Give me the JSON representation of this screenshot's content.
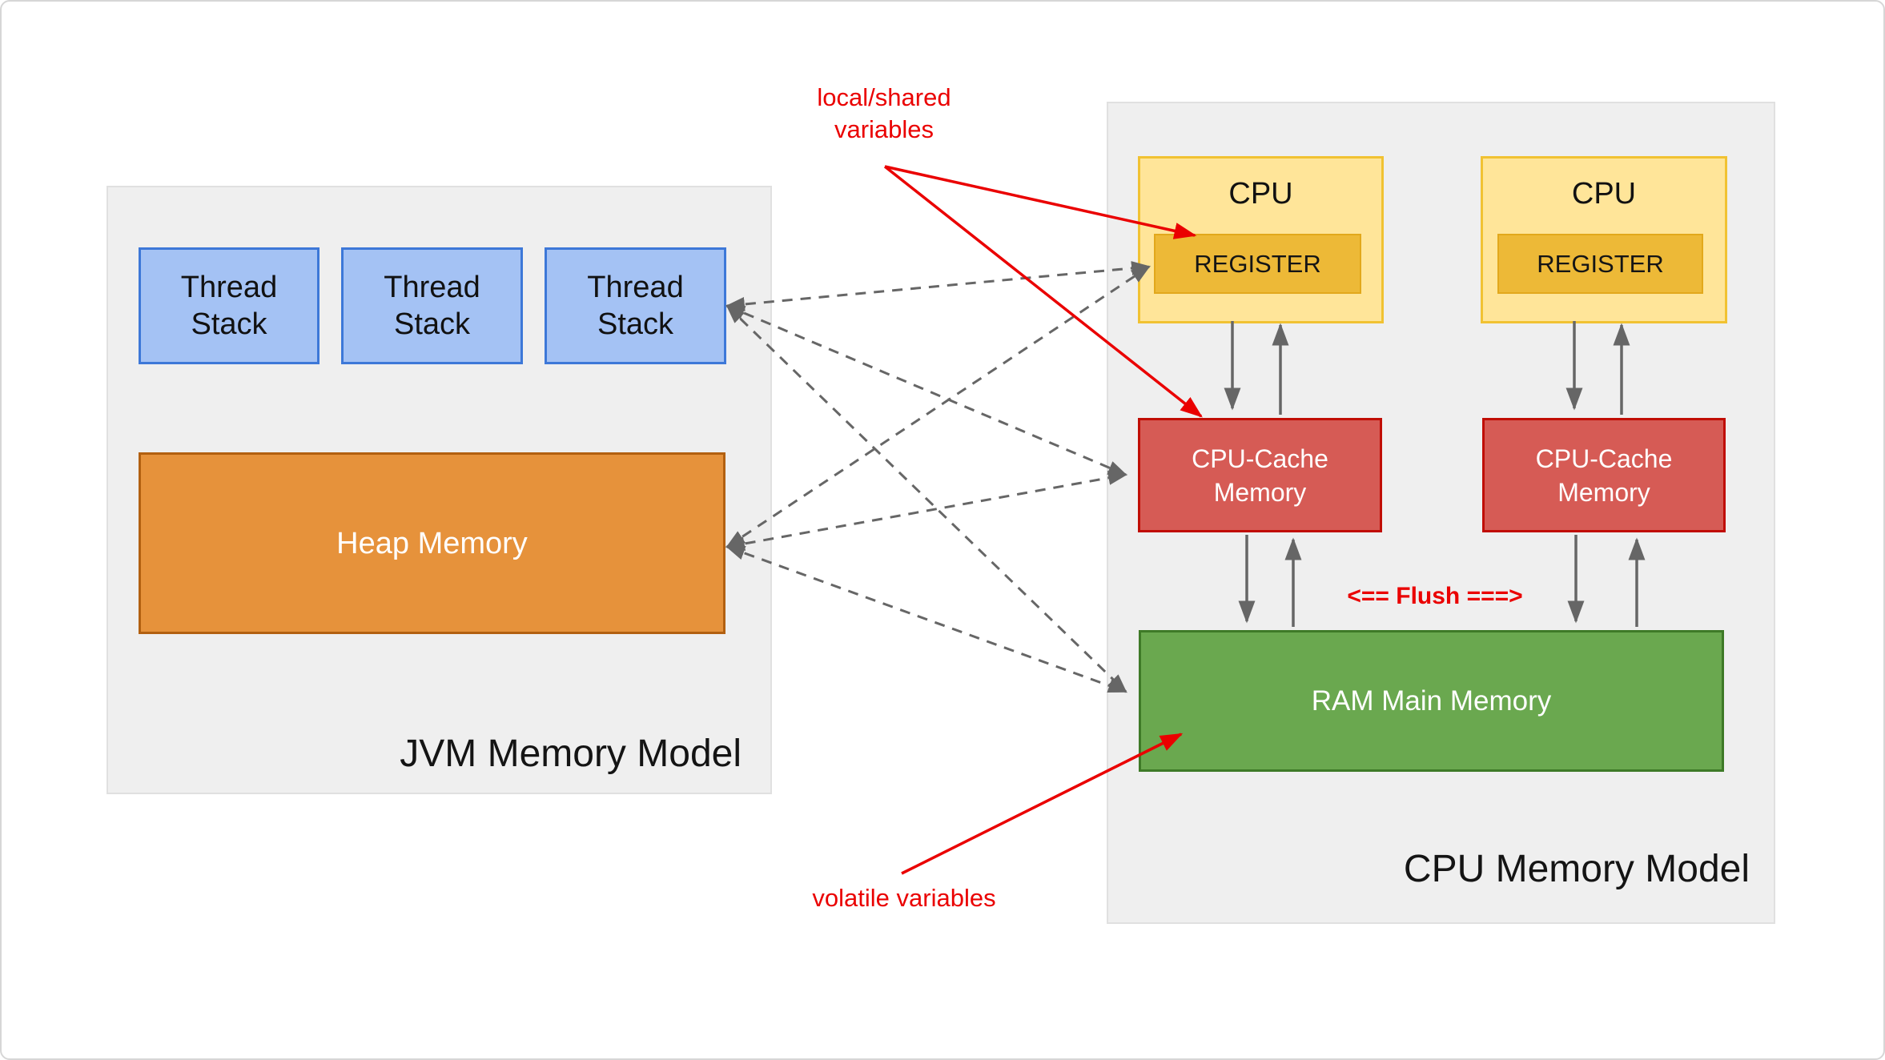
{
  "jvm_model": {
    "title": "JVM Memory Model",
    "thread_stack_label": "Thread\nStack",
    "heap_label": "Heap Memory"
  },
  "cpu_model": {
    "title": "CPU Memory Model",
    "cpu_label": "CPU",
    "register_label": "REGISTER",
    "cache_label": "CPU-Cache\nMemory",
    "ram_label": "RAM Main Memory",
    "flush_label": "<== Flush ===>"
  },
  "annotations": {
    "local_shared": "local/shared\nvariables",
    "volatile": "volatile variables"
  },
  "colors": {
    "background": "#ffffff",
    "panel_fill": "#efefef",
    "panel_border": "#e0e0e0",
    "thread_fill": "#a4c2f4",
    "thread_border": "#3d78d8",
    "heap_fill": "#e6923b",
    "heap_border": "#b26010",
    "cpu_fill": "#ffe599",
    "cpu_border": "#f1c232",
    "register_fill": "#edb937",
    "register_border": "#e2a81c",
    "cache_fill": "#d65b55",
    "cache_border": "#c00d04",
    "ram_fill": "#6aa84f",
    "ram_border": "#3e7a27",
    "connector_gray": "#666666",
    "annotation_red": "#ea0000"
  }
}
